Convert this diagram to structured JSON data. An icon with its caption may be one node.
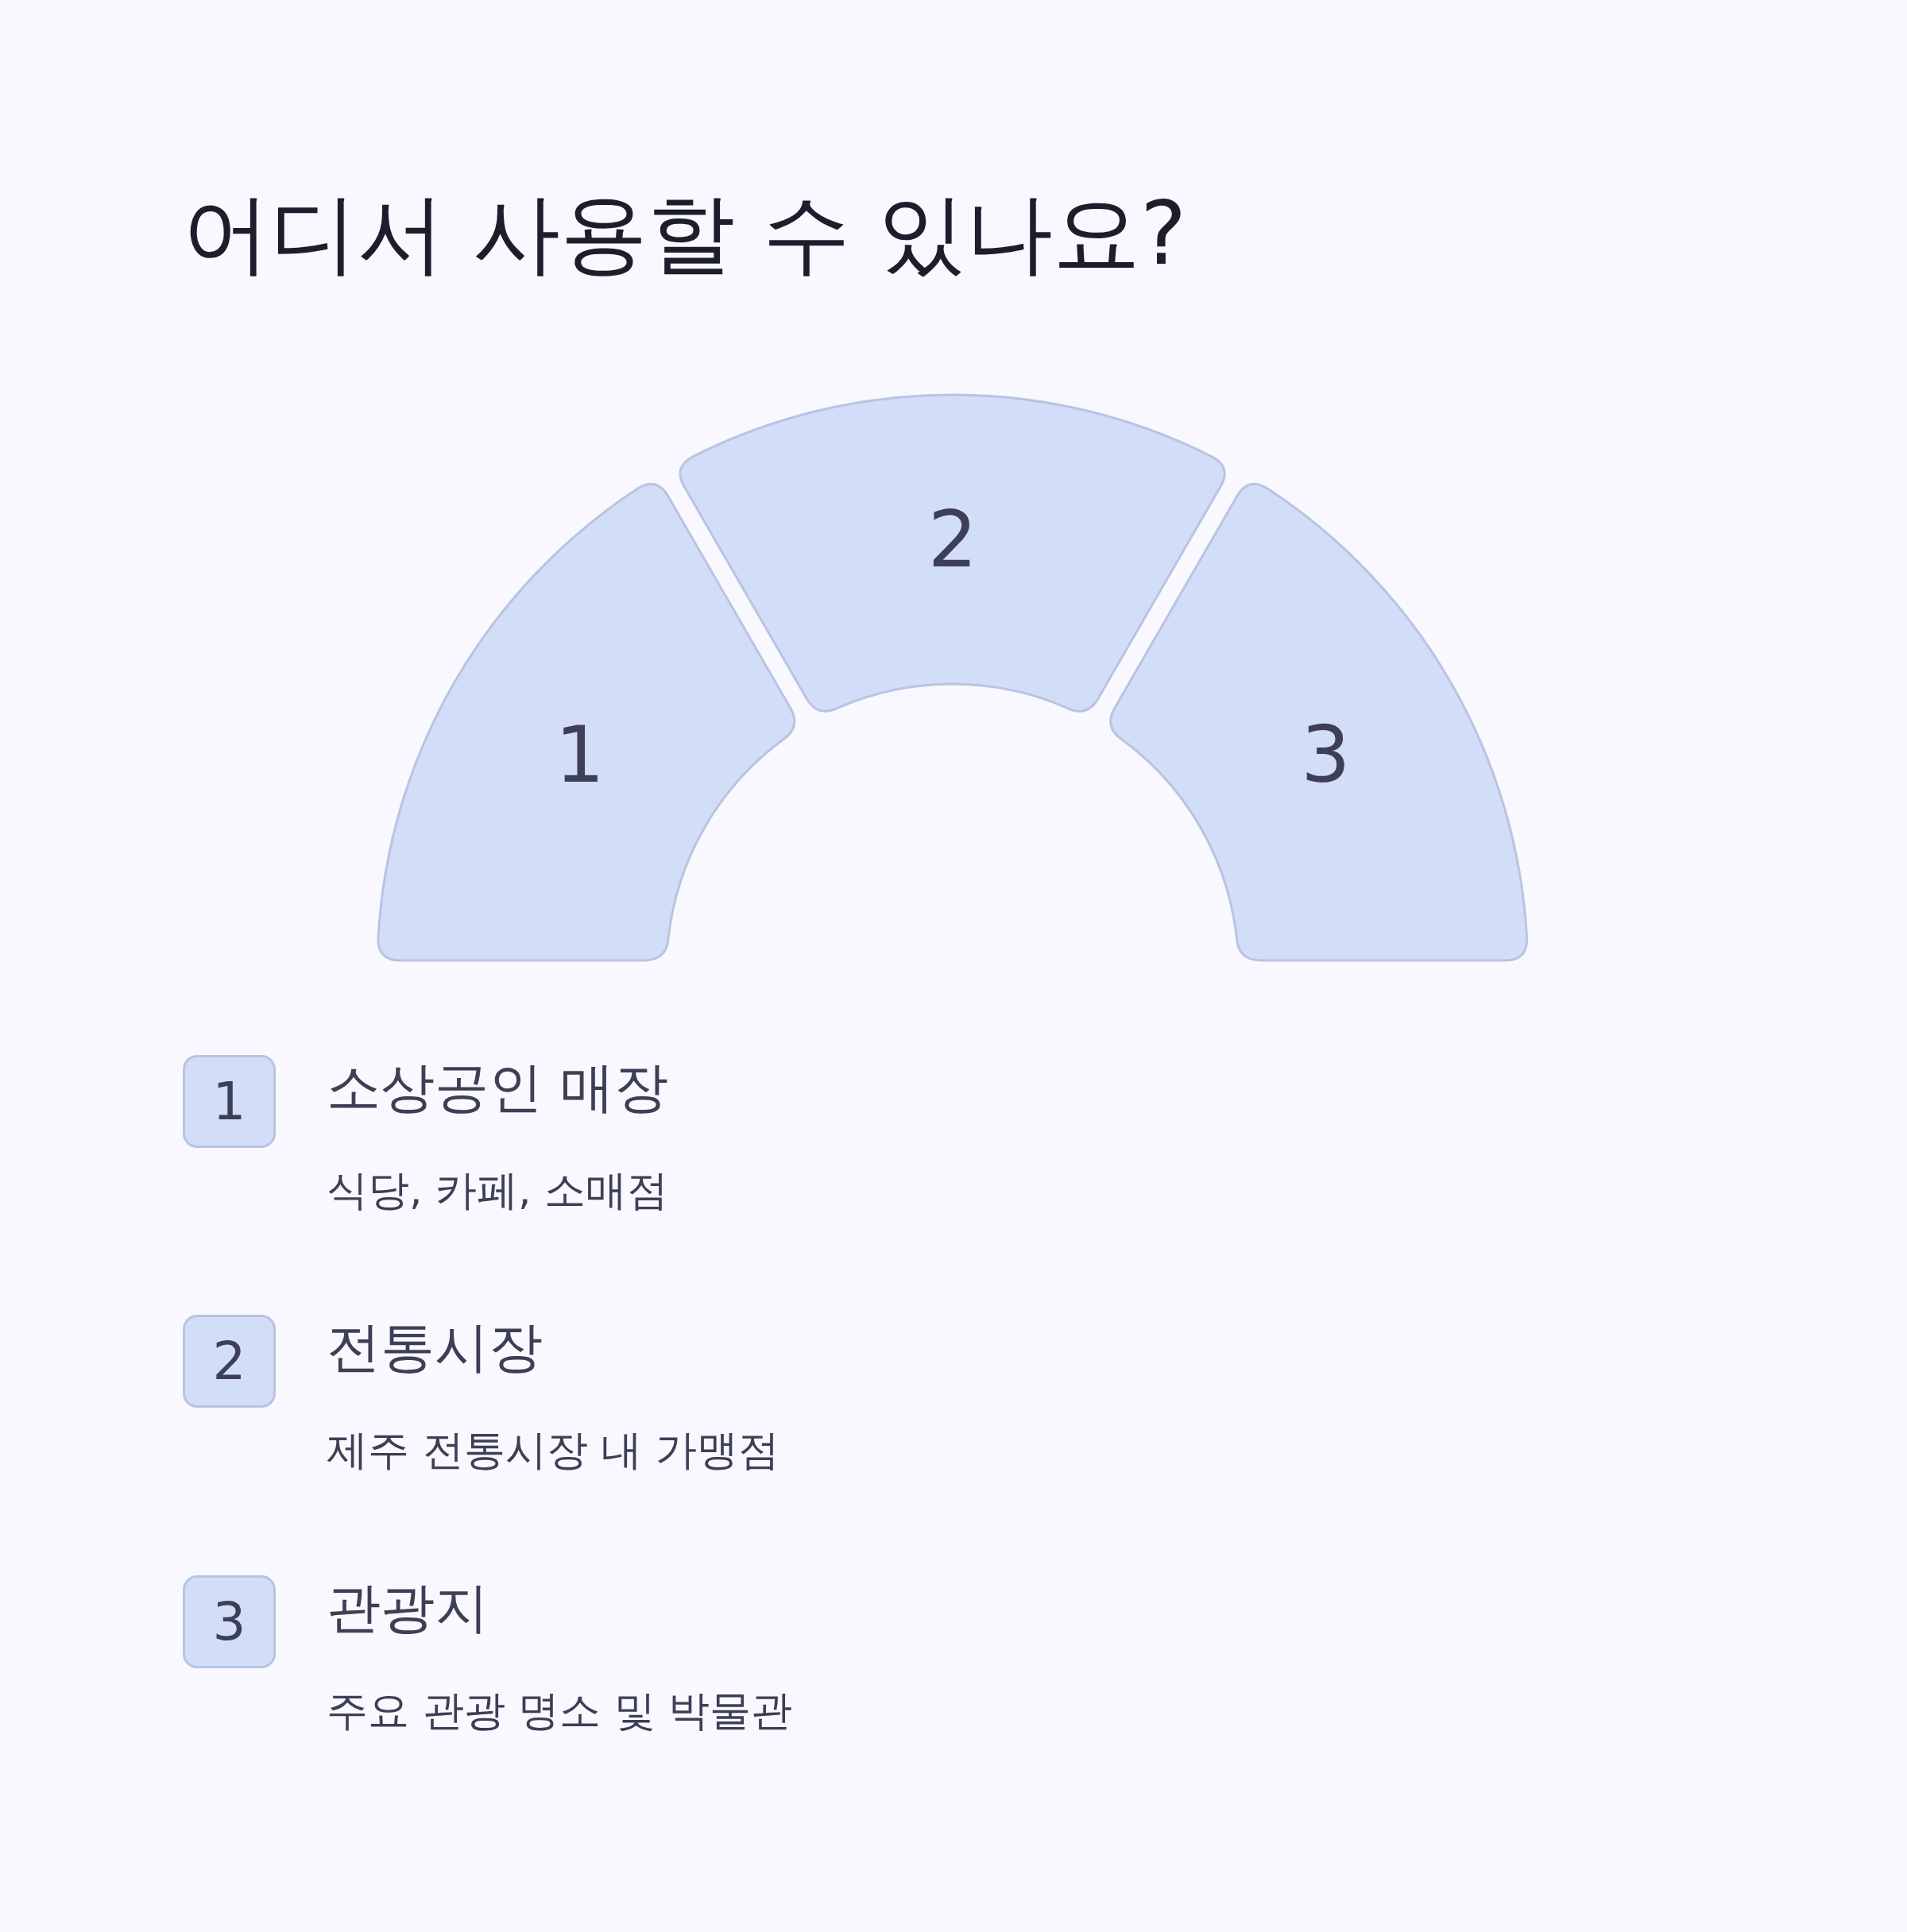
{
  "diagram": {
    "title": "어디서 사용할 수 있나요?",
    "nodes": [
      {
        "text": [
          "1"
        ]
      },
      {
        "text": [
          "2"
        ]
      },
      {
        "text": [
          "3"
        ]
      },
      {
        "text": [
          "1"
        ],
        "beside": [
          "소상공인 매장",
          "식당, 카페, 소매점"
        ]
      },
      {
        "text": [
          "2"
        ],
        "beside": [
          "전통시장",
          "제주 전통시장 내 가맹점"
        ]
      },
      {
        "text": [
          "3"
        ],
        "beside": [
          "관광지",
          "주요 관광 명소 및 박물관"
        ]
      }
    ]
  }
}
